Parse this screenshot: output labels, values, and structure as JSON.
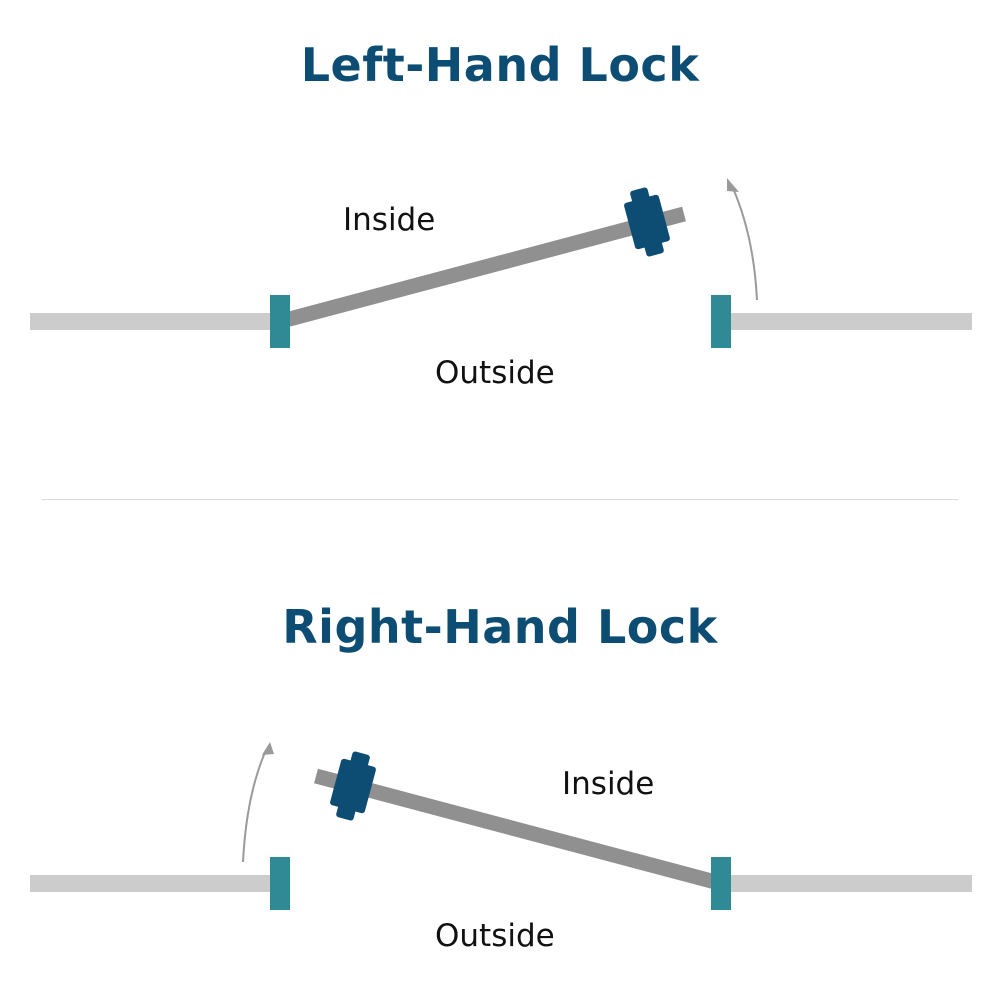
{
  "colors": {
    "title": "#0d4d73",
    "wall": "#cccccc",
    "door": "#909090",
    "jamb": "#2f8a95",
    "lock": "#0d4d73",
    "arrow": "#9a9a9a",
    "divider": "#d9d9d9"
  },
  "left_hand": {
    "title": "Left-Hand Lock",
    "inside_label": "Inside",
    "outside_label": "Outside"
  },
  "right_hand": {
    "title": "Right-Hand Lock",
    "inside_label": "Inside",
    "outside_label": "Outside"
  }
}
